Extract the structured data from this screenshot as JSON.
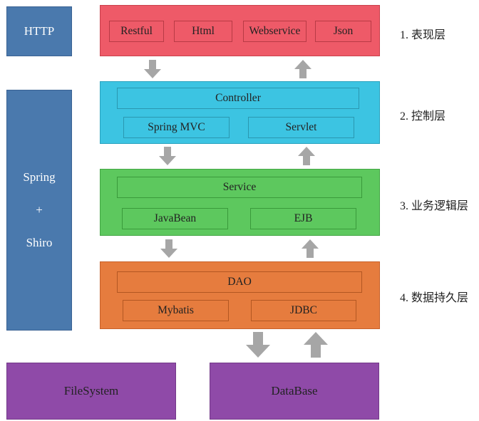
{
  "left": {
    "http": "HTTP",
    "spring_lines": [
      "Spring",
      "+",
      "Shiro"
    ]
  },
  "layers": {
    "presentation": {
      "items": [
        "Restful",
        "Html",
        "Webservice",
        "Json"
      ],
      "label": "1. 表现层"
    },
    "control": {
      "top": "Controller",
      "items": [
        "Spring MVC",
        "Servlet"
      ],
      "label": "2. 控制层"
    },
    "business": {
      "top": "Service",
      "items": [
        "JavaBean",
        "EJB"
      ],
      "label": "3. 业务逻辑层"
    },
    "persistence": {
      "top": "DAO",
      "items": [
        "Mybatis",
        "JDBC"
      ],
      "label": "4. 数据持久层"
    }
  },
  "storage": {
    "filesystem": "FileSystem",
    "database": "DataBase"
  },
  "colors": {
    "http": "#4a79ad",
    "spring": "#4a79ad",
    "presentation": "#ee5a68",
    "control": "#3cc4e2",
    "business": "#5dc85e",
    "persistence": "#e67c3e",
    "storage": "#8f4aa8",
    "arrow": "#a6a6a6"
  }
}
